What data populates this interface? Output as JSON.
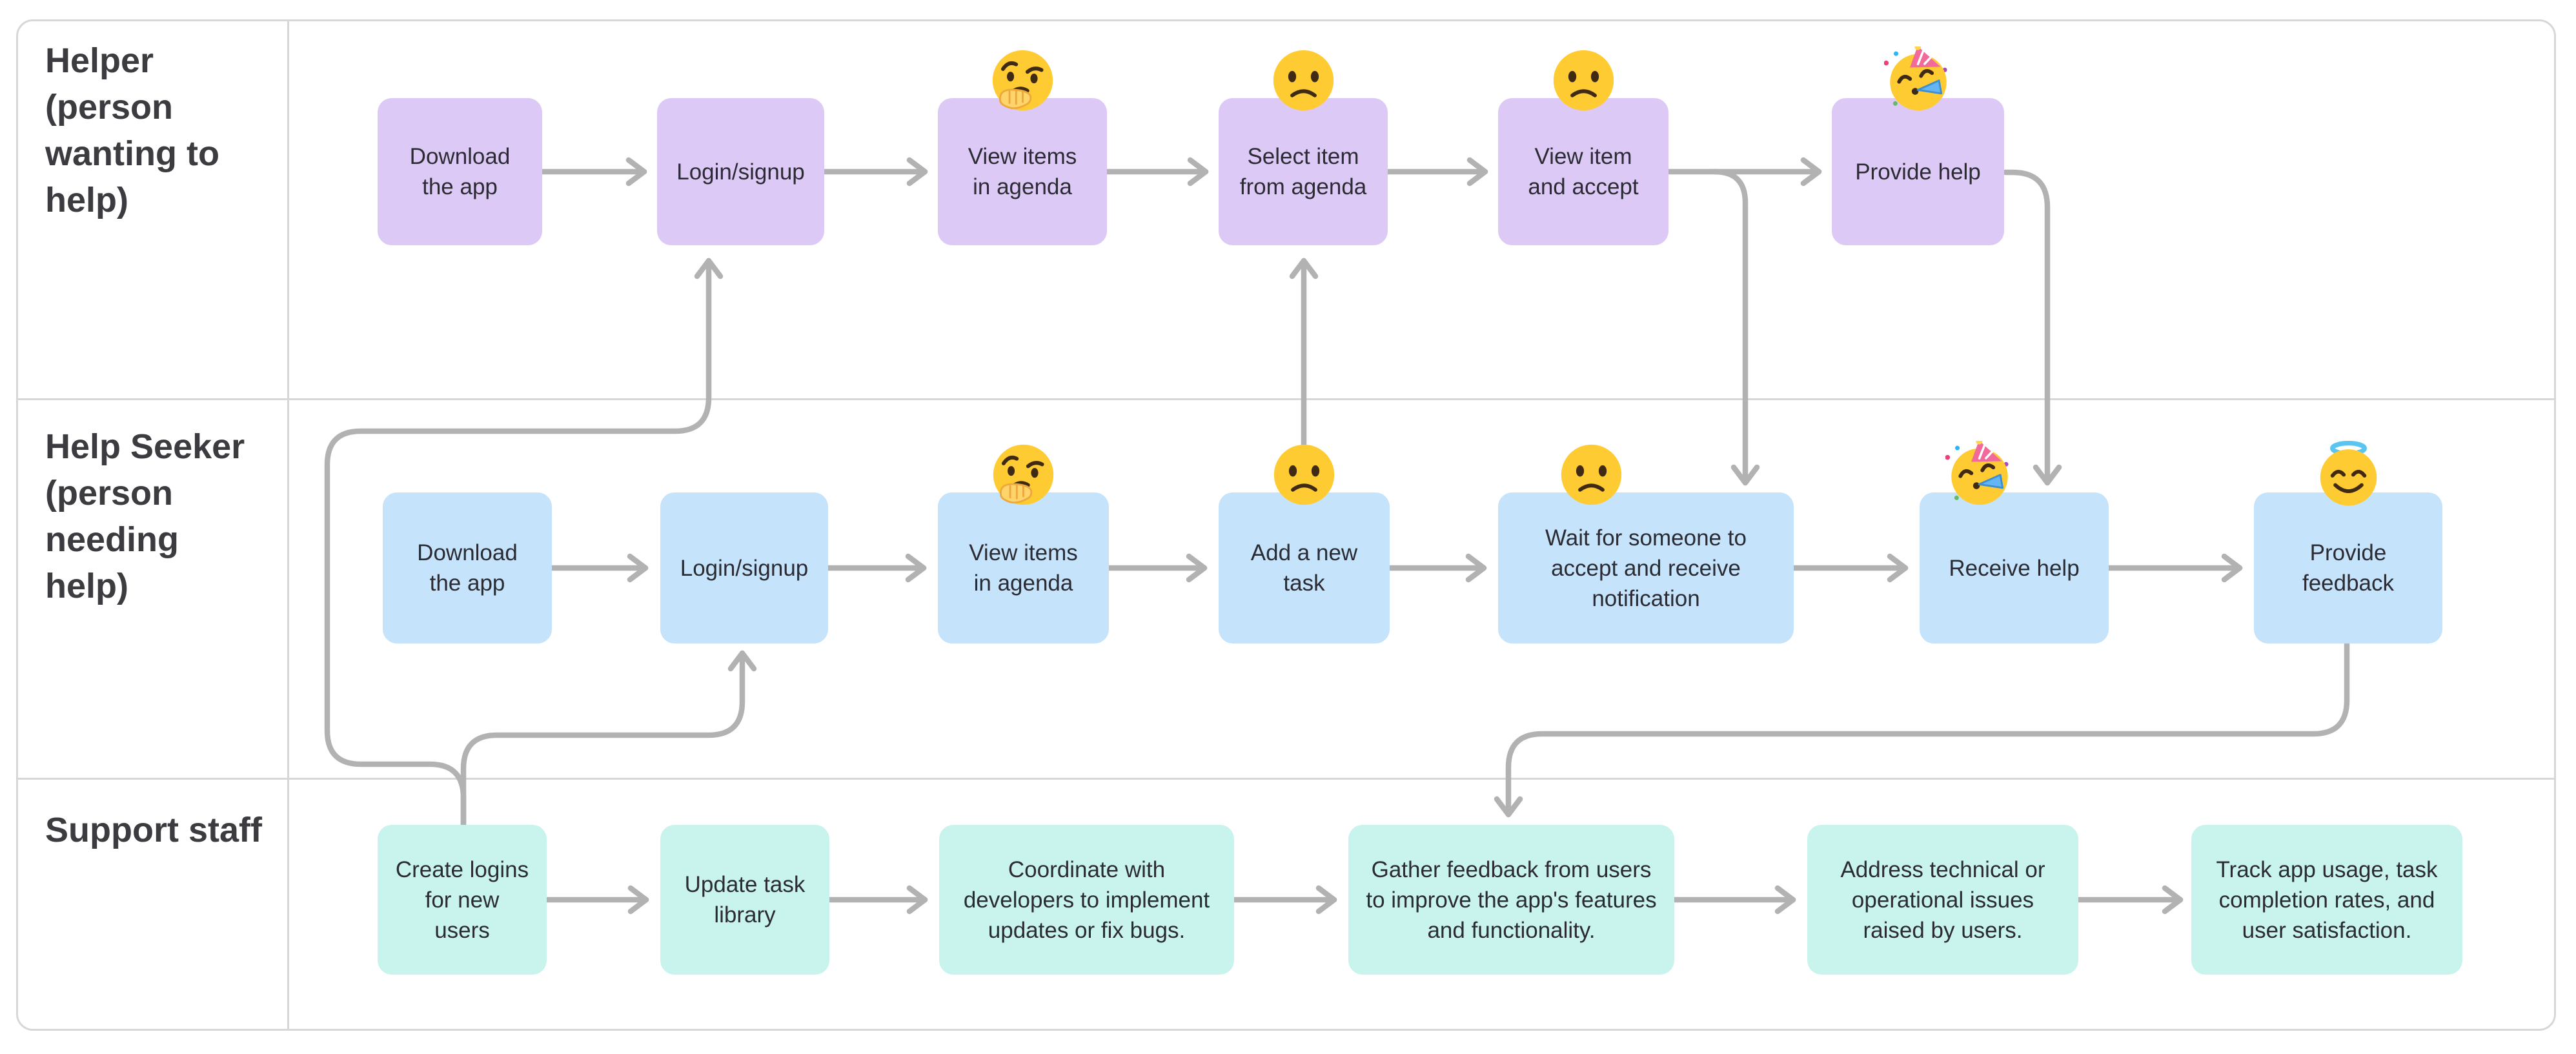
{
  "diagram": {
    "lanes": [
      {
        "id": "helper",
        "label": "Helper\n(person\nwanting to\nhelp)",
        "boxes": [
          {
            "label": "Download\nthe app"
          },
          {
            "label": "Login/signup"
          },
          {
            "label": "View items\nin agenda",
            "emoji": "thinking"
          },
          {
            "label": "Select item\nfrom agenda",
            "emoji": "frowning"
          },
          {
            "label": "View item\nand accept",
            "emoji": "frowning"
          },
          {
            "label": "Provide help",
            "emoji": "partying"
          }
        ]
      },
      {
        "id": "help-seeker",
        "label": "Help Seeker\n(person\nneeding help)",
        "boxes": [
          {
            "label": "Download\nthe app"
          },
          {
            "label": "Login/signup"
          },
          {
            "label": "View items\nin agenda",
            "emoji": "thinking"
          },
          {
            "label": "Add a new\ntask",
            "emoji": "frowning"
          },
          {
            "label": "Wait for someone to\naccept and receive\nnotification",
            "emoji": "frowning"
          },
          {
            "label": "Receive help",
            "emoji": "partying"
          },
          {
            "label": "Provide\nfeedback",
            "emoji": "innocent"
          }
        ]
      },
      {
        "id": "support-staff",
        "label": "Support staff",
        "boxes": [
          {
            "label": "Create logins\nfor new\nusers"
          },
          {
            "label": "Update task\nlibrary"
          },
          {
            "label": "Coordinate with\ndevelopers to implement\nupdates or fix bugs."
          },
          {
            "label": "Gather feedback from users\nto improve the app's features\nand functionality."
          },
          {
            "label": "Address technical or\noperational issues\nraised by users."
          },
          {
            "label": "Track app usage, task\ncompletion rates, and\nuser satisfaction."
          }
        ]
      }
    ]
  },
  "colors": {
    "helper_box": "#ddc9f6",
    "seeker_box": "#c5e3fb",
    "staff_box": "#c9f4ee",
    "connector": "#b2b2b2",
    "frame_border": "#d7d7d7",
    "lane_label_text": "#3b3b40",
    "box_text": "#2b2b33",
    "emoji_yellow": "#ffcb33"
  }
}
